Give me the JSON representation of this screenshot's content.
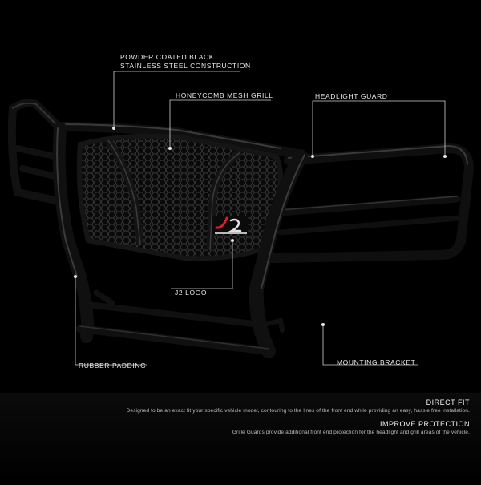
{
  "callouts": {
    "powder_line1": "POWDER COATED BLACK",
    "powder_line2": "STAINLESS STEEL CONSTRUCTION",
    "honeycomb": "HONEYCOMB MESH GRILL",
    "headlight": "HEADLIGHT GUARD",
    "logo": "J2 LOGO",
    "rubber": "RUBBER PADDING",
    "bracket": "MOUNTING BRACKET"
  },
  "features": {
    "direct_fit_title": "DIRECT FIT",
    "direct_fit_desc": "Designed to be an exact fit your specific vehicle model, contouring to the lines of the front end while providing an easy, hassle free installation.",
    "protection_title": "IMPROVE PROTECTION",
    "protection_desc": "Grille Guards provide additional front end protection for the headlight and grill areas of the vehicle."
  },
  "colors": {
    "background": "#000000",
    "guard": "#0e0e0e",
    "callout_line": "#d0d0d0",
    "logo_red": "#d81e2a"
  }
}
